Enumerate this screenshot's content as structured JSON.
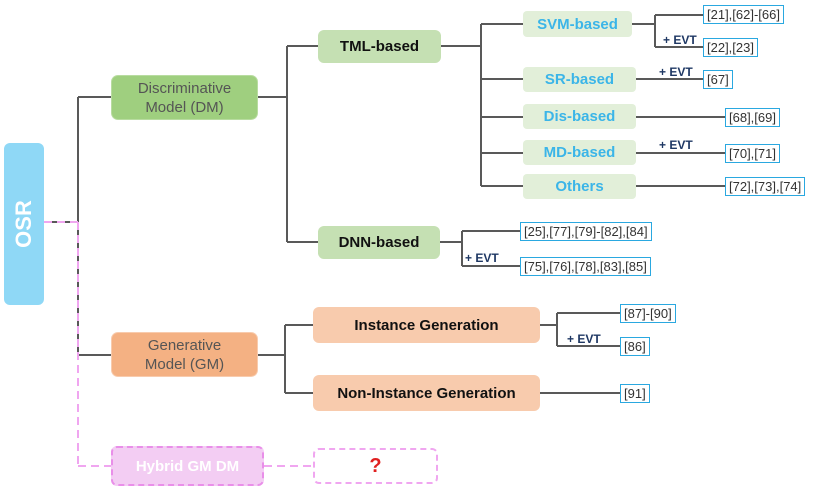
{
  "root": "OSR",
  "dm": {
    "label_line1": "Discriminative",
    "label_line2": "Model (DM)",
    "tml": {
      "label": "TML-based",
      "svm": {
        "label": "SVM-based",
        "refs": "[21],[62]-[66]",
        "evt": "+ EVT",
        "evt_refs": "[22],[23]"
      },
      "sr": {
        "label": "SR-based",
        "evt": "+ EVT",
        "refs": "[67]"
      },
      "dis": {
        "label": "Dis-based",
        "refs": "[68],[69]"
      },
      "md": {
        "label": "MD-based",
        "evt": "+ EVT",
        "refs": "[70],[71]"
      },
      "others": {
        "label": "Others",
        "refs": "[72],[73],[74]"
      }
    },
    "dnn": {
      "label": "DNN-based",
      "refs": "[25],[77],[79]-[82],[84]",
      "evt": "+ EVT",
      "evt_refs": "[75],[76],[78],[83],[85]"
    }
  },
  "gm": {
    "label_line1": "Generative",
    "label_line2": "Model (GM)",
    "instance": {
      "label": "Instance Generation",
      "refs": "[87]-[90]",
      "evt": "+ EVT",
      "evt_refs": "[86]"
    },
    "non_instance": {
      "label": "Non-Instance Generation",
      "refs": "[91]"
    }
  },
  "hybrid": {
    "label": "Hybrid GM DM",
    "question": "?"
  },
  "colors": {
    "tree_line": "#595959",
    "hybrid_dash": "#f0a6f0",
    "osr": "#8fd8f6",
    "ref_border": "#2aa8e0"
  }
}
